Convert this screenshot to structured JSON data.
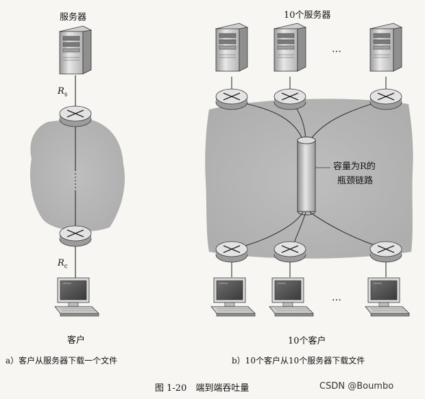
{
  "left": {
    "server_label": "服务器",
    "client_label": "客户",
    "rs_label_main": "R",
    "rs_label_sub": "s",
    "rc_label_main": "R",
    "rc_label_sub": "c",
    "caption": "a）客户从服务器下载一个文件"
  },
  "right": {
    "servers_label": "10个服务器",
    "clients_label": "10个客户",
    "bottleneck_line1": "容量为R的",
    "bottleneck_line2": "瓶颈链路",
    "ellipsis_top": "…",
    "ellipsis_bottom": "…",
    "caption": "b）10个客户从10个服务器下载文件"
  },
  "figure_caption": "图 1-20　端到端吞吐量",
  "watermark": "CSDN @Boumbo"
}
